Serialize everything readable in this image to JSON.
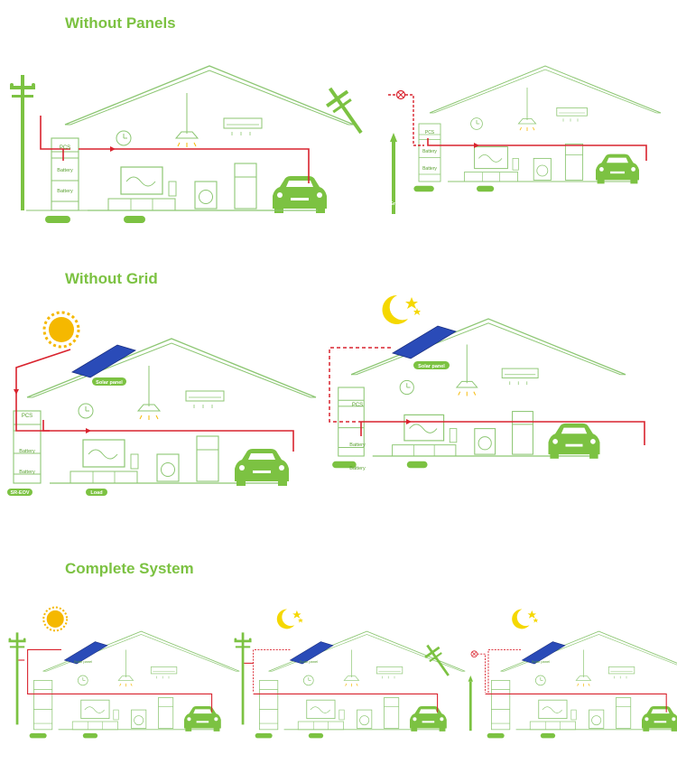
{
  "sections": [
    {
      "title": "Without Panels"
    },
    {
      "title": "Without Grid"
    },
    {
      "title": "Complete System"
    }
  ],
  "labels": {
    "grid": "Grid",
    "device": "SR-EOV",
    "load": "Load",
    "pcs": "PCS",
    "battery": "Battery",
    "solar_panel": "Solar panel"
  },
  "colors": {
    "green": "#7cc242",
    "line_green": "#8cc672",
    "red": "#d9232e",
    "sun": "#f5b800",
    "moon": "#f5d800",
    "panel_blue": "#2a4bb8"
  }
}
